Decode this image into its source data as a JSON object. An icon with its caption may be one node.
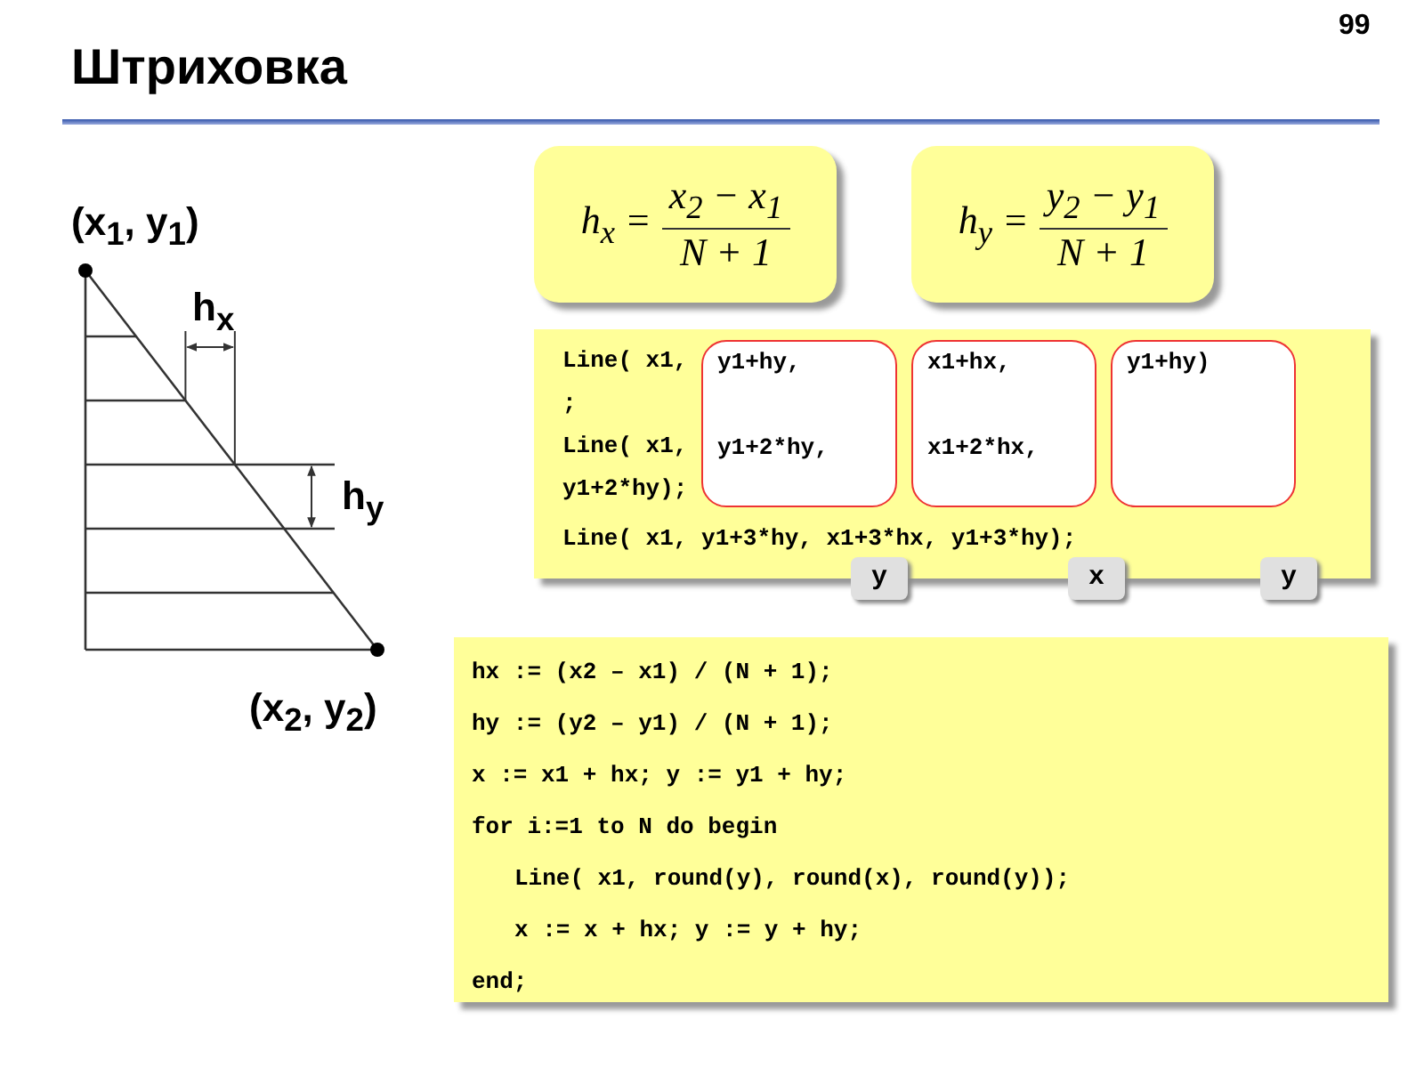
{
  "diagram": {
    "title": "Штриховка",
    "nodes": [
      {
        "text": [
          "h$_{x}$ =",
          "x$_{2}$ − x$_{1}$",
          "N + 1"
        ]
      },
      {
        "text": [
          "h$_{y}$ =",
          "y$_{2}$ − y$_{1}$",
          "N + 1"
        ]
      },
      {
        "text": [
          "Line( x1,",
          ";",
          "Line( x1,",
          "y1+2*hy);",
          "Line( x1, y1+3*hy, x1+3*hx, y1+3*hy);"
        ]
      },
      {
        "text": [
          "y1+hy,",
          "y1+2*hy,"
        ],
        "in": 2
      },
      {
        "text": [
          "x1+hx,",
          "x1+2*hx,"
        ],
        "in": 2
      },
      {
        "text": [
          "y1+hy)"
        ],
        "in": 2
      },
      {
        "text": [
          "hx := (x2 – x1) / (N + 1);",
          "hy := (y2 – y1) / (N + 1);",
          "x := x1 + hx; y := y1 + hy;",
          "for i:=1 to N do begin",
          "Line( x1, round(y), round(x), round(y));",
          "x := x + hx; y := y + hy;",
          "end;"
        ]
      }
    ],
    "labels": [
      "99",
      "(x$_{1}$, y$_{1}$)",
      "h$_{x}$",
      "h$_{y}$",
      "(x$_{2}$, y$_{2}$)",
      "y",
      "x",
      "y"
    ]
  }
}
